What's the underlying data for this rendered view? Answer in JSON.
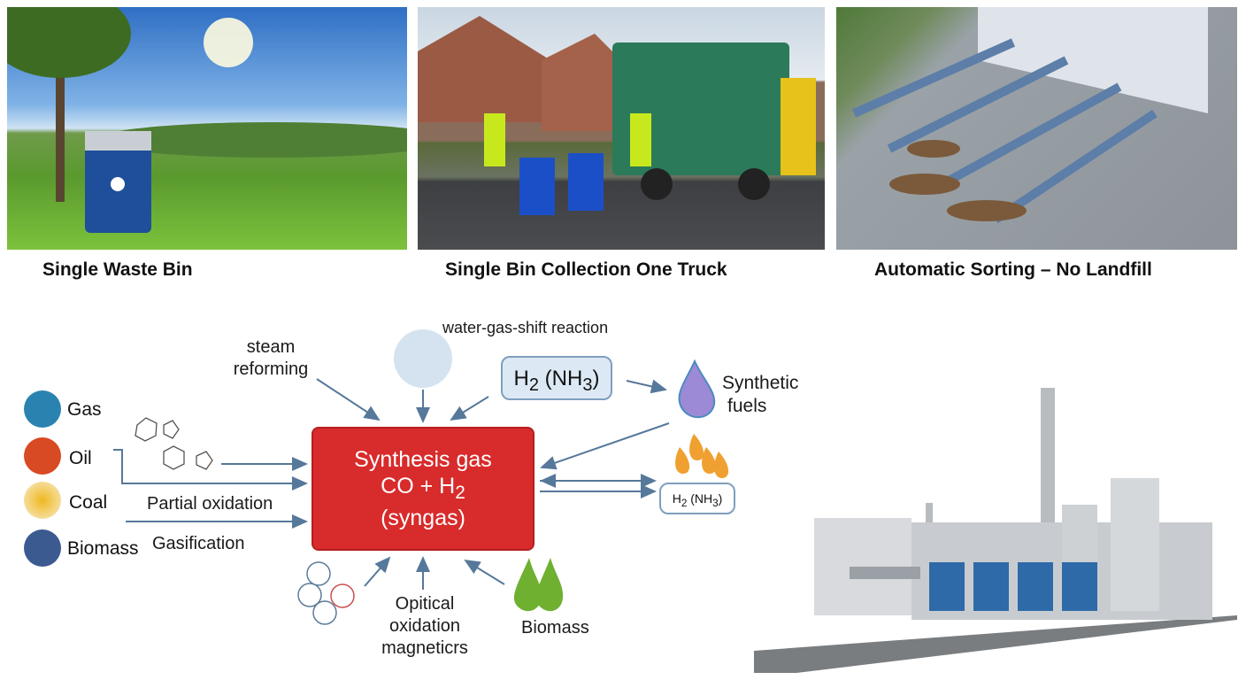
{
  "panels": [
    {
      "caption": "Single Waste Bin"
    },
    {
      "caption": "Single Bin Collection One Truck"
    },
    {
      "caption": "Automatic Sorting – No Landfill"
    }
  ],
  "diagram": {
    "center": {
      "line1": "Synthesis gas",
      "line2": "CO + H",
      "line2_sub": "2",
      "line3": "(syngas)"
    },
    "sources": [
      "Gas",
      "Oil",
      "Coal",
      "Biomass"
    ],
    "processes": {
      "steam": "steam",
      "reforming": "reforming",
      "wgs": "water-gas-shift reaction",
      "partial_oxidation": "Partial oxidation",
      "gasification": "Gasification",
      "optical1": "Opitical",
      "optical2": "oxidation",
      "optical3": "magneticrs",
      "biomass_bottom": "Biomass"
    },
    "products": {
      "h2_big": "H",
      "h2_big_sub": "2",
      "h2_big_rest": " (NH",
      "h2_big_sub2": "3",
      "h2_big_end": ")",
      "synthetic1": "Synthetic",
      "synthetic2": "fuels",
      "h2_small": "H",
      "h2_small_sub": "2",
      "h2_small_rest": " (NH",
      "h2_small_sub2": "3",
      "h2_small_end": ")"
    }
  },
  "colors": {
    "syngas": "#d82b2b",
    "arrow": "#56789a",
    "h2box": "#dce9f5"
  }
}
